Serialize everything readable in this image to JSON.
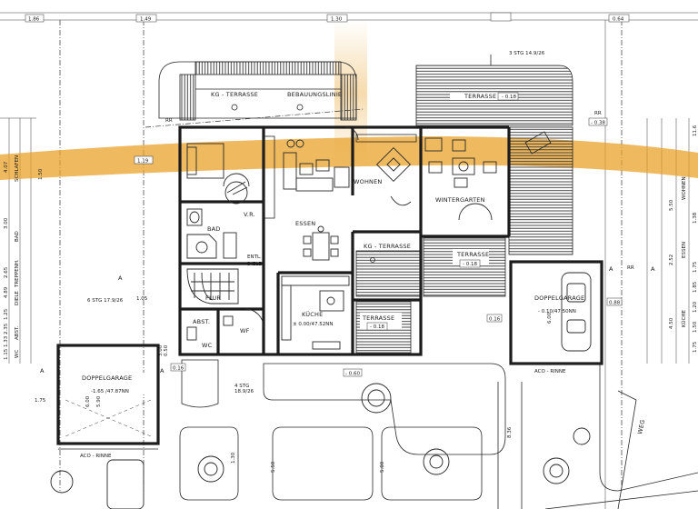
{
  "rooms": {
    "kg_terrasse_top": "KG - TERRASSE",
    "bebauungslinie": "BEBAUUNGSLINIE",
    "terrasse_top": "TERRASSE",
    "terrasse_top_level": "- 0.18",
    "wohnen": "WOHNEN",
    "wintergarten": "WINTERGARTEN",
    "essen": "ESSEN",
    "bad": "BAD",
    "vr": "V.R.",
    "entl_diele": "ENTL.\nDIELE",
    "kg_terrasse_mid": "KG - TERRASSE",
    "terrasse_mid": "TERRASSE",
    "terrasse_mid_level": "- 0.18",
    "flur": "FLUR",
    "abst": "ABST.",
    "wc": "WC",
    "wf": "WF",
    "kueche": "KÜCHE",
    "kueche_level": "± 0.00/47.52NN",
    "terrasse_low": "TERRASSE",
    "terrasse_low_level": "- 0.18",
    "doppelgarage_right": "DOPPELGARAGE",
    "doppelgarage_right_level": "- 0.10/47.50NN",
    "doppelgarage_left": "DOPPELGARAGE",
    "doppelgarage_left_level": "-1.65 /47.87NN",
    "aco_rinne_right": "ACO - RINNE",
    "aco_rinne_left": "ACO - RINNE",
    "weg": "WEG",
    "stg_top": "3 STG 14.9/26",
    "stg_left": "6 STG 17.9/26",
    "stg_bottom": "4 STG\n18.9/26",
    "rr_a": "RR",
    "rr_b": "RR",
    "rr_c": "RR",
    "section_a": "A"
  },
  "dimensions": {
    "top_1": "1.86",
    "top_2": "1.49",
    "top_3": "1.30",
    "top_4": "0.64",
    "left_119": "1.19",
    "left_105": "1.05",
    "left_175": "1.75",
    "right_038": "- 0.38",
    "right_088": "0.88",
    "right_016": "0.16",
    "mid_016": "0.16",
    "mid_060": "- 0.60",
    "mid_050": "0.50",
    "mid_030": "3.00",
    "left_150": "1.50",
    "right_550": "5.50",
    "right_252": "2.52",
    "right_450": "4.50",
    "right_600": "6.00",
    "left_600": "6.00",
    "left_590": "5.90",
    "w_836": "8.36",
    "w_130": "1.30",
    "w_550b": "5.50",
    "w_500": "5.00"
  },
  "side_labels_left": [
    "SCHLAFEN",
    "BAD",
    "TREPPENH.",
    "DIELE",
    "ABST.",
    "WC"
  ],
  "side_labels_right": [
    "WOHNEN",
    "ESSEN",
    "KÜCHE"
  ],
  "side_values_left": [
    "4.07",
    "3.00",
    "2.65",
    "4.89",
    "1.25",
    "2.35",
    "1.33",
    "1.15"
  ],
  "side_values_right": [
    "11.6",
    "1.38",
    "1.75",
    "1.85",
    "1.20",
    "1.50",
    "1.75"
  ],
  "colors": {
    "highlight": "#e8a22a",
    "line": "#1c1c1c",
    "paper": "#ffffff"
  }
}
